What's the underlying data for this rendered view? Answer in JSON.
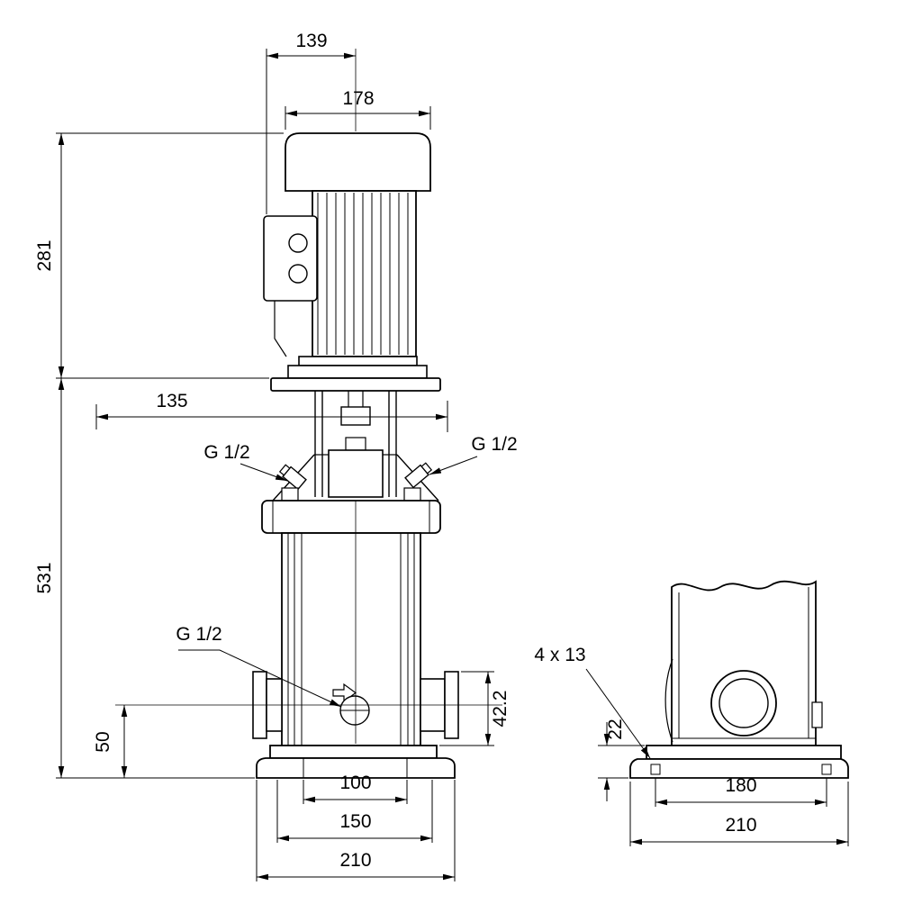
{
  "colors": {
    "background": "#ffffff",
    "line": "#000000"
  },
  "front_view": {
    "dim_top_offset": "139",
    "dim_motor_width": "178",
    "dim_motor_height": "281",
    "dim_head_width": "135",
    "dim_pump_height": "531",
    "plug_left_label": "G 1/2",
    "plug_right_label": "G 1/2",
    "drain_plug_label": "G 1/2",
    "dim_port_to_base": "42.2",
    "dim_port_centerline_height": "50",
    "dim_base_feet_spacing": "100",
    "dim_base_plate_width": "150",
    "dim_base_overall_width": "210"
  },
  "side_view": {
    "bolt_holes_label": "4 x 13",
    "dim_base_height": "22",
    "dim_bolt_hole_spacing": "180",
    "dim_base_overall_width": "210"
  }
}
